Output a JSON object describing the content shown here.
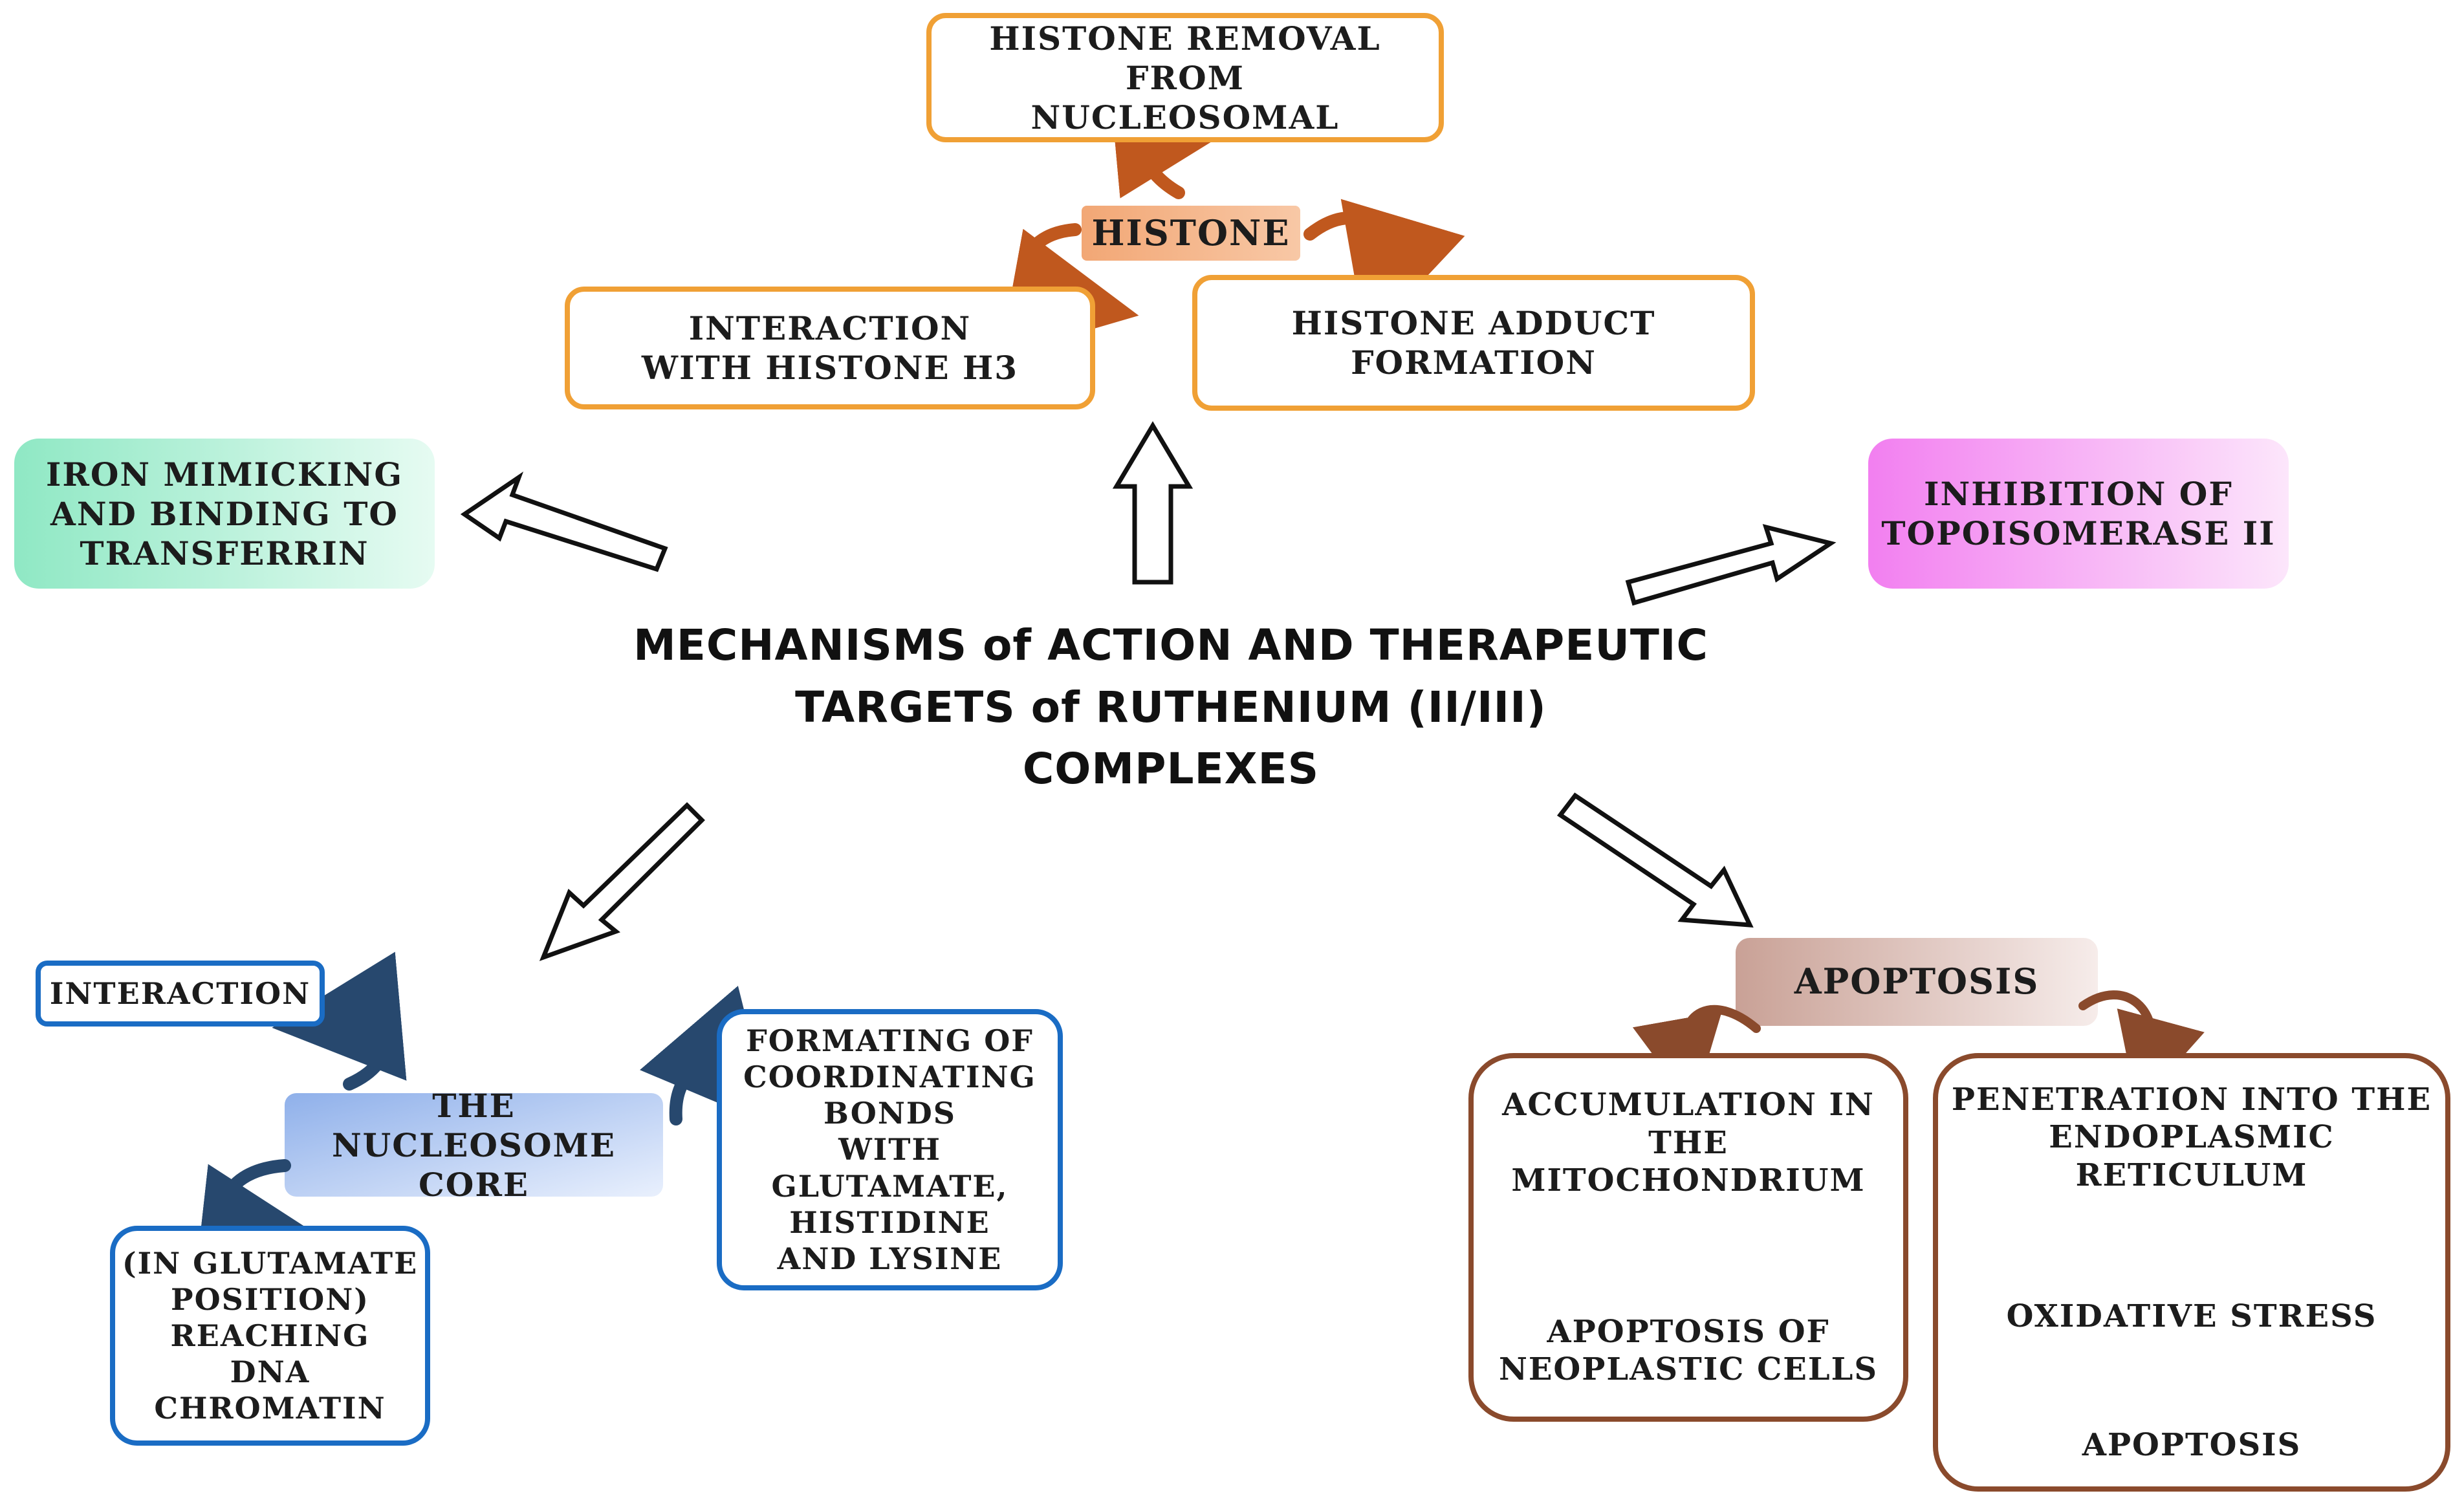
{
  "title": {
    "line1": "MECHANISMS of ACTION AND THERAPEUTIC",
    "line2": "TARGETS of RUTHENIUM (II/III)",
    "line3": "COMPLEXES"
  },
  "histone_group": {
    "hub": "HISTONE",
    "removal": "HISTONE REMOVAL FROM\nNUCLEOSOMAL",
    "interaction_h3": "INTERACTION\nWITH HISTONE H3",
    "adduct": "HISTONE ADDUCT\nFORMATION"
  },
  "iron": "IRON MIMICKING\nAND BINDING TO\nTRANSFERRIN",
  "topo": "INHIBITION OF\nTOPOISOMERASE II",
  "nucleosome_group": {
    "hub": "THE NUCLEOSOME\nCORE",
    "interaction": "INTERACTION",
    "glutamate": "(IN GLUTAMATE\nPOSITION)\nREACHING\nDNA CHROMATIN",
    "bonds": "FORMATING OF\nCOORDINATING\nBONDS\nWITH GLUTAMATE,\nHISTIDINE\nAND LYSINE"
  },
  "apoptosis_group": {
    "hub": "APOPTOSIS",
    "mito_top": "ACCUMULATION IN\nTHE MITOCHONDRIUM",
    "mito_bottom": "APOPTOSIS OF\nNEOPLASTIC CELLS",
    "er_top": "PENETRATION INTO THE\nENDOPLASMIC RETICULUM",
    "er_mid": "OXIDATIVE STRESS",
    "er_bottom": "APOPTOSIS"
  },
  "colors": {
    "orange_border": "#f0a035",
    "histone_fill": "#f4b183",
    "curl_orange": "#c0581e",
    "iron_fill": "#b9f0d8",
    "topo_fill": "#f27ff0",
    "blue_border": "#1a6cc4",
    "nucleosome_fill": "#a9c2ee",
    "curl_blue": "#27486e",
    "brown_border": "#8a4a2c",
    "apoptosis_fill": "#ddc3bb",
    "down_arrow_blue": "#1a5de8"
  }
}
